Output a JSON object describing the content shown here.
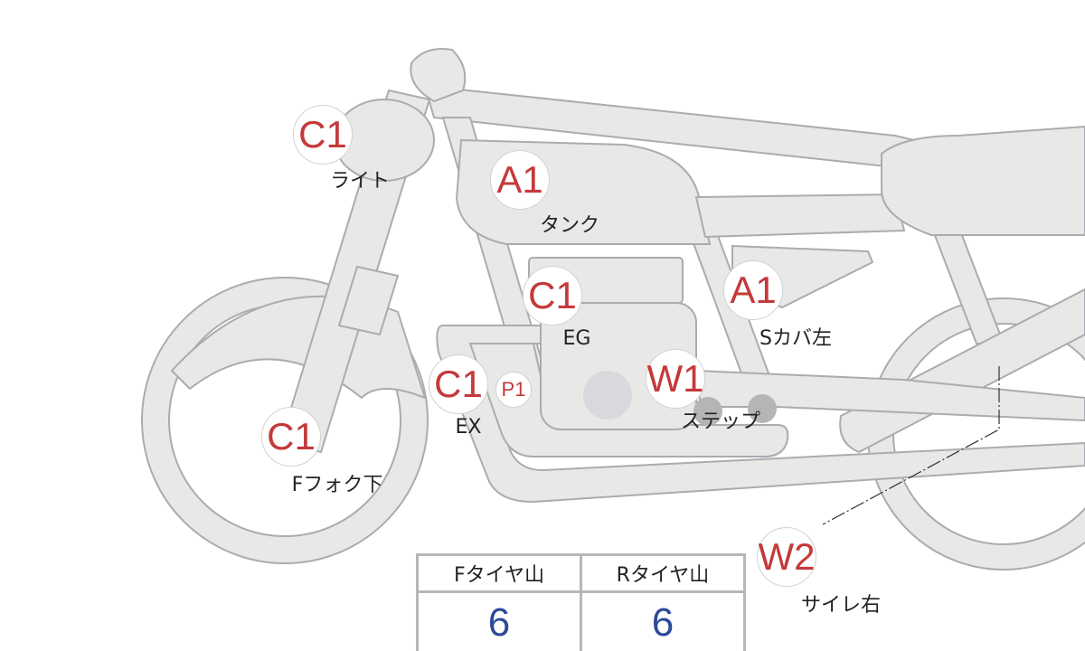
{
  "colors": {
    "part_fill": "#e8e8e6",
    "part_stroke": "#a9acb0",
    "grade_text": "#c4393a",
    "value_text": "#2d4a9a"
  },
  "markers": [
    {
      "grade": "C1",
      "label": "ライト"
    },
    {
      "grade": "A1",
      "label": "タンク"
    },
    {
      "grade": "C1",
      "label": "EG"
    },
    {
      "grade": "A1",
      "label": "Sカバ左"
    },
    {
      "grade": "C1",
      "label": "EX"
    },
    {
      "grade": "P1",
      "label": ""
    },
    {
      "grade": "W1",
      "label": "ステップ"
    },
    {
      "grade": "C1",
      "label": "Fフォク下"
    },
    {
      "grade": "W2",
      "label": "サイレ右"
    }
  ],
  "tire_table": {
    "headers": [
      "Fタイヤ山",
      "Rタイヤ山"
    ],
    "values": [
      "6",
      "6"
    ]
  }
}
